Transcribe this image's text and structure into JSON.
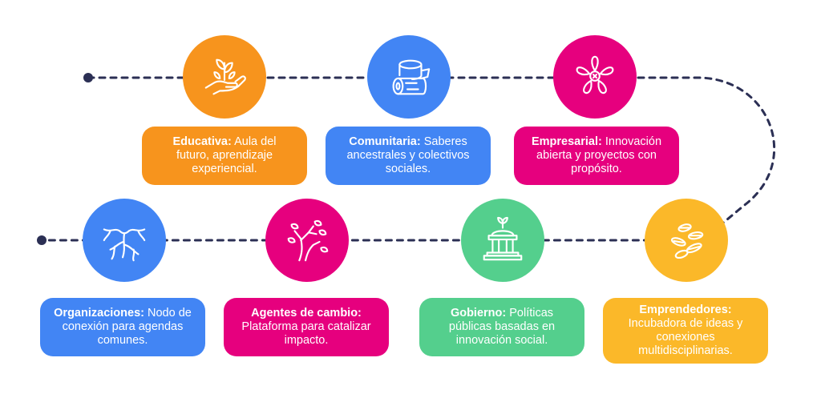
{
  "colors": {
    "orange": "#F7941D",
    "blue": "#4285F4",
    "magenta": "#E6007E",
    "yellow": "#FBB829",
    "green": "#54CF8D",
    "path": "#2B2F54"
  },
  "stages": [
    {
      "id": "educativa",
      "title": "Educativa:",
      "desc": "Aula del futuro, aprendizaje experiencial.",
      "icon": "hand-sprout-icon"
    },
    {
      "id": "comunitaria",
      "title": "Comunitaria:",
      "desc": "Saberes ancestrales y colectivos sociales.",
      "icon": "logs-icon"
    },
    {
      "id": "empresarial",
      "title": "Empresarial:",
      "desc": "Innovación abierta y proyectos con propósito.",
      "icon": "flower-icon"
    },
    {
      "id": "emprendedores",
      "title": "Emprendedores:",
      "desc": "Incubadora de ideas y conexiones multidisciplinarias.",
      "icon": "seeds-icon"
    },
    {
      "id": "gobierno",
      "title": "Gobierno:",
      "desc": "Políticas públicas basadas en innovación social.",
      "icon": "government-building-icon"
    },
    {
      "id": "agentes",
      "title": "Agentes de cambio:",
      "desc": "Plataforma para catalizar impacto.",
      "icon": "tree-leaves-icon"
    },
    {
      "id": "organizaciones",
      "title": "Organizaciones:",
      "desc": "Nodo de conexión para agendas comunes.",
      "icon": "roots-icon"
    }
  ]
}
